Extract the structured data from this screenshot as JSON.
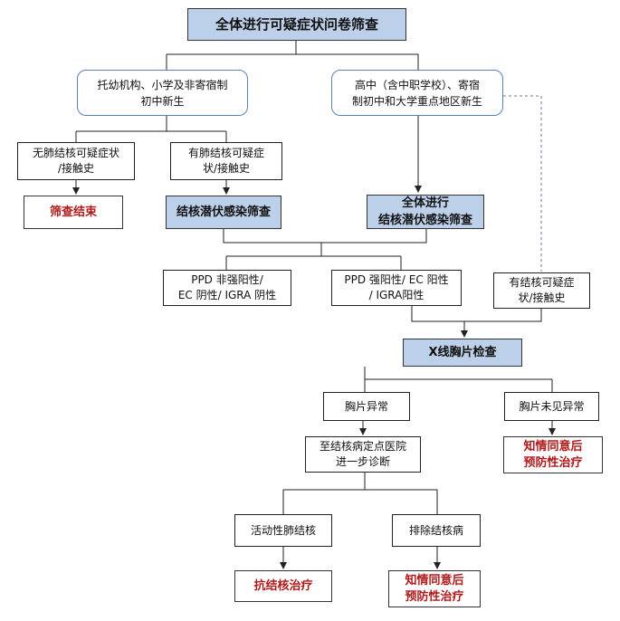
{
  "nodes": {
    "start": "全体进行可疑症状问卷筛查",
    "group_a": "托幼机构、小学及非寄宿制\n初中新生",
    "group_b": "高中（含中职学校）、寄宿\n制初中和大学重点地区新生",
    "no_symptom": "无肺结核可疑症状\n/接触史",
    "has_symptom": "有肺结核可疑症\n状/接触史",
    "screen_end": "筛查结束",
    "latent_screen": "结核潜伏感染筛查",
    "all_latent_screen": "全体进行\n结核潜伏感染筛查",
    "ppd_negative": "PPD 非强阳性/\nEC 阴性/ IGRA 阴性",
    "ppd_positive": "PPD 强阳性/ EC 阳性\n/ IGRA阳性",
    "tb_symptom": "有结核可疑症\n状/接触史",
    "xray": "X线胸片检查",
    "xray_abnormal": "胸片异常",
    "xray_normal": "胸片未见异常",
    "consent_preventive_1": "知情同意后\n预防性治疗",
    "referral": "至结核病定点医院\n进一步诊断",
    "active_tb": "活动性肺结核",
    "tb_excluded": "排除结核病",
    "anti_tb": "抗结核治疗",
    "consent_preventive_2": "知情同意后\n预防性治疗"
  }
}
